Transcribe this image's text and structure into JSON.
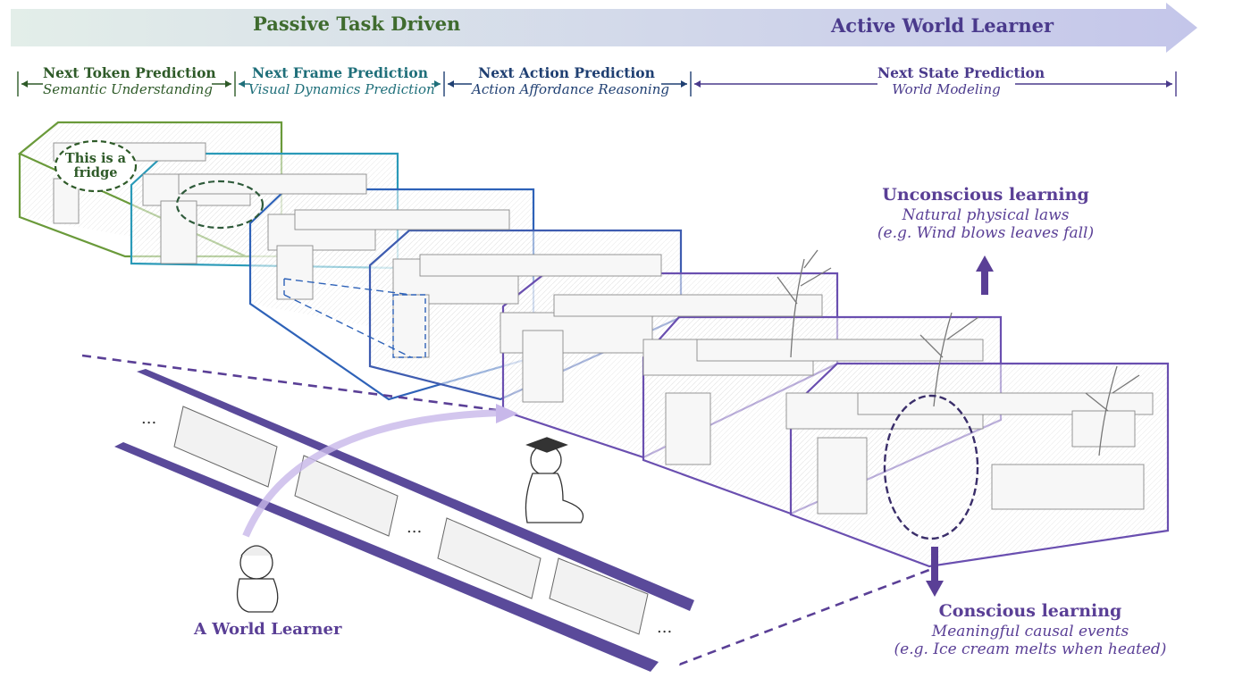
{
  "header": {
    "left_title": "Passive Task Driven",
    "right_title": "Active World Learner",
    "colors": {
      "passive": "#3f6b2e",
      "active": "#4a3a8c",
      "arrow_start": "#e0ece8",
      "arrow_end": "#c6c6e8"
    }
  },
  "stages": [
    {
      "title": "Next Token Prediction",
      "subtitle": "Semantic Understanding",
      "color": "#2e5a28"
    },
    {
      "title": "Next Frame Prediction",
      "subtitle": "Visual Dynamics Prediction",
      "color": "#1f6f7a"
    },
    {
      "title": "Next Action Prediction",
      "subtitle": "Action Affordance Reasoning",
      "color": "#1f3f72"
    },
    {
      "title": "Next State Prediction",
      "subtitle": "World Modeling",
      "color": "#4a3a8c"
    }
  ],
  "bubble": {
    "text": "This is a fridge"
  },
  "unconscious": {
    "title": "Unconscious learning",
    "line1": "Natural physical laws",
    "line2": "(e.g. Wind blows leaves fall)"
  },
  "conscious": {
    "title": "Conscious learning",
    "line1": "Meaningful causal events",
    "line2": "(e.g. Ice cream melts when heated)"
  },
  "learner": {
    "label": "A World Learner"
  },
  "film": {
    "ellipsis": "..."
  },
  "box_colors": [
    "#6a9a3a",
    "#2a9ab8",
    "#2e62b8",
    "#3e5cb0",
    "#6a4fb0",
    "#6a4fb0",
    "#6a4fb0"
  ]
}
